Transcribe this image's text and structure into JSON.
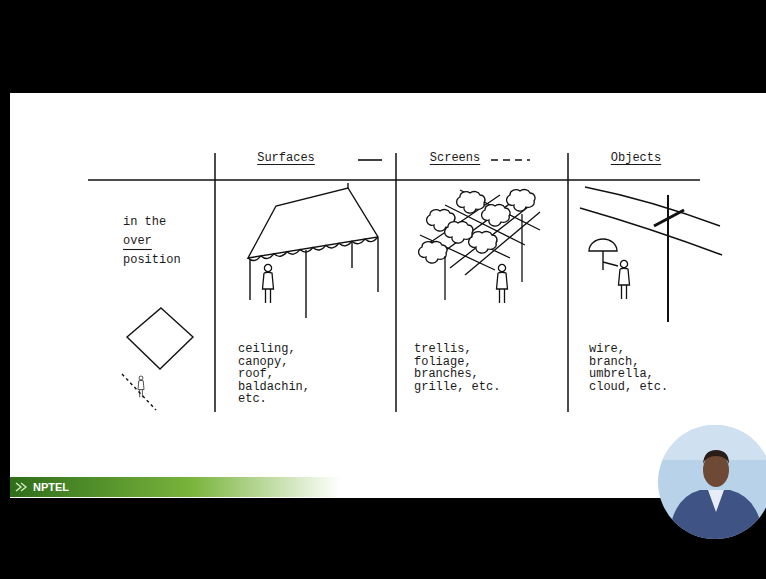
{
  "diagram": {
    "labels": [
      "Surfaces",
      "Screens",
      "Objects",
      "in the over position",
      "ceiling, canopy, roof, baldachin, etc.",
      "trellis, foliage, branches, grille, etc.",
      "wire, branch, umbrella, cloud, etc.",
      "NPTEL"
    ]
  }
}
